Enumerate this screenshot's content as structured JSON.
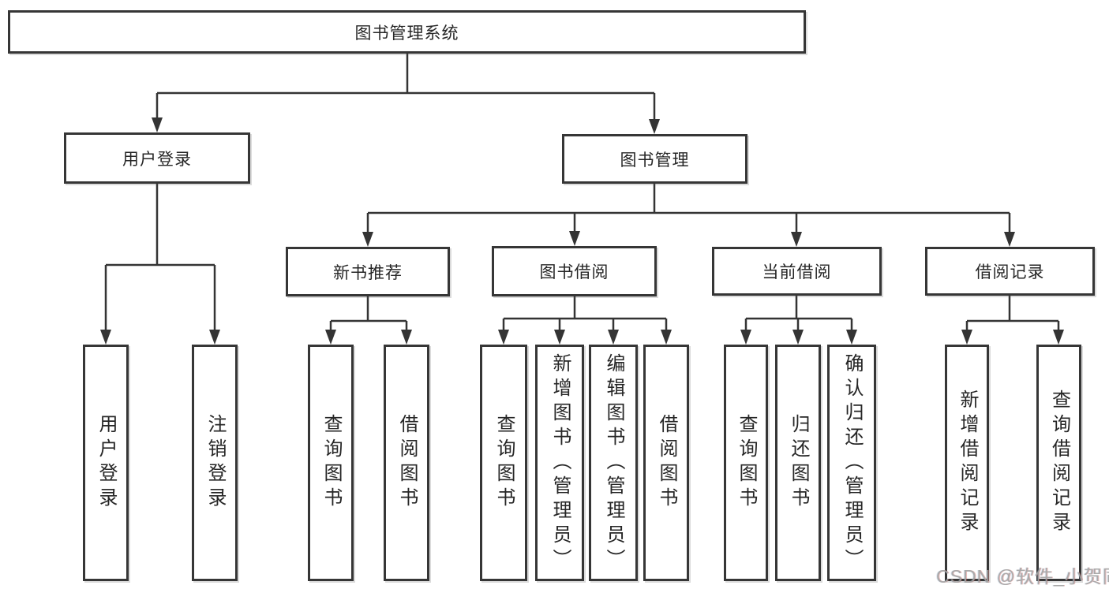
{
  "colors": {
    "background": "#ffffff",
    "box_border": "#363636",
    "box_fill": "#ffffff",
    "text": "#262626",
    "connector_line": "#343434",
    "watermark_gray": "#a3a3a3",
    "watermark_red_tint": "#c65a5a"
  },
  "tree": {
    "label": "图书管理系统",
    "children": [
      {
        "label": "用户登录",
        "children": [
          {
            "label": "用户登录"
          },
          {
            "label": "注销登录"
          }
        ]
      },
      {
        "label": "图书管理",
        "children": [
          {
            "label": "新书推荐",
            "children": [
              {
                "label": "查询图书"
              },
              {
                "label": "借阅图书"
              }
            ]
          },
          {
            "label": "图书借阅",
            "children": [
              {
                "label": "查询图书"
              },
              {
                "label": "新增图书（管理员）"
              },
              {
                "label": "编辑图书（管理员）"
              },
              {
                "label": "借阅图书"
              }
            ]
          },
          {
            "label": "当前借阅",
            "children": [
              {
                "label": "查询图书"
              },
              {
                "label": "归还图书"
              },
              {
                "label": "确认归还（管理员）"
              }
            ]
          },
          {
            "label": "借阅记录",
            "children": [
              {
                "label": "新增借阅记录"
              },
              {
                "label": "查询借阅记录"
              }
            ]
          }
        ]
      }
    ]
  },
  "watermark": "CSDN @软件_小贺同学"
}
